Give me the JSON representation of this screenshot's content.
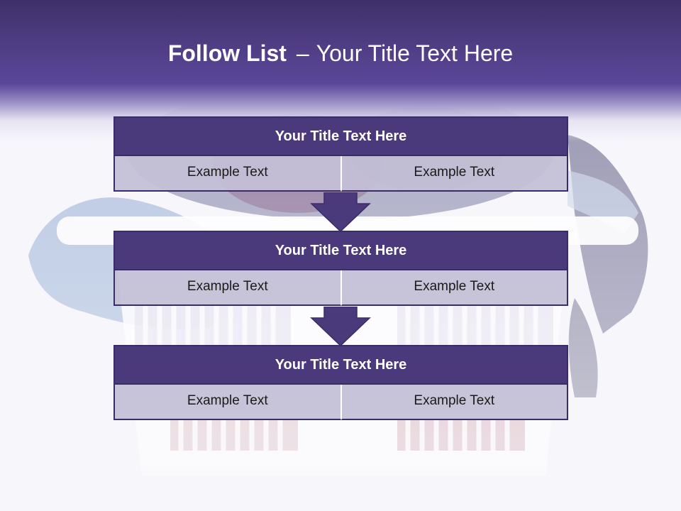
{
  "slide": {
    "title_bold": "Follow List",
    "title_sep": "–",
    "title_rest": "Your Title Text Here"
  },
  "blocks": [
    {
      "title": "Your Title Text Here",
      "left": "Example Text",
      "right": "Example Text"
    },
    {
      "title": "Your Title Text Here",
      "left": "Example Text",
      "right": "Example Text"
    },
    {
      "title": "Your Title Text Here",
      "left": "Example Text",
      "right": "Example Text"
    }
  ],
  "colors": {
    "header_purple": "#5a479a",
    "block_title_bg": "#4a3a7c",
    "cell_bg": "#c4c0d6",
    "arrow": "#4a3a7c"
  }
}
